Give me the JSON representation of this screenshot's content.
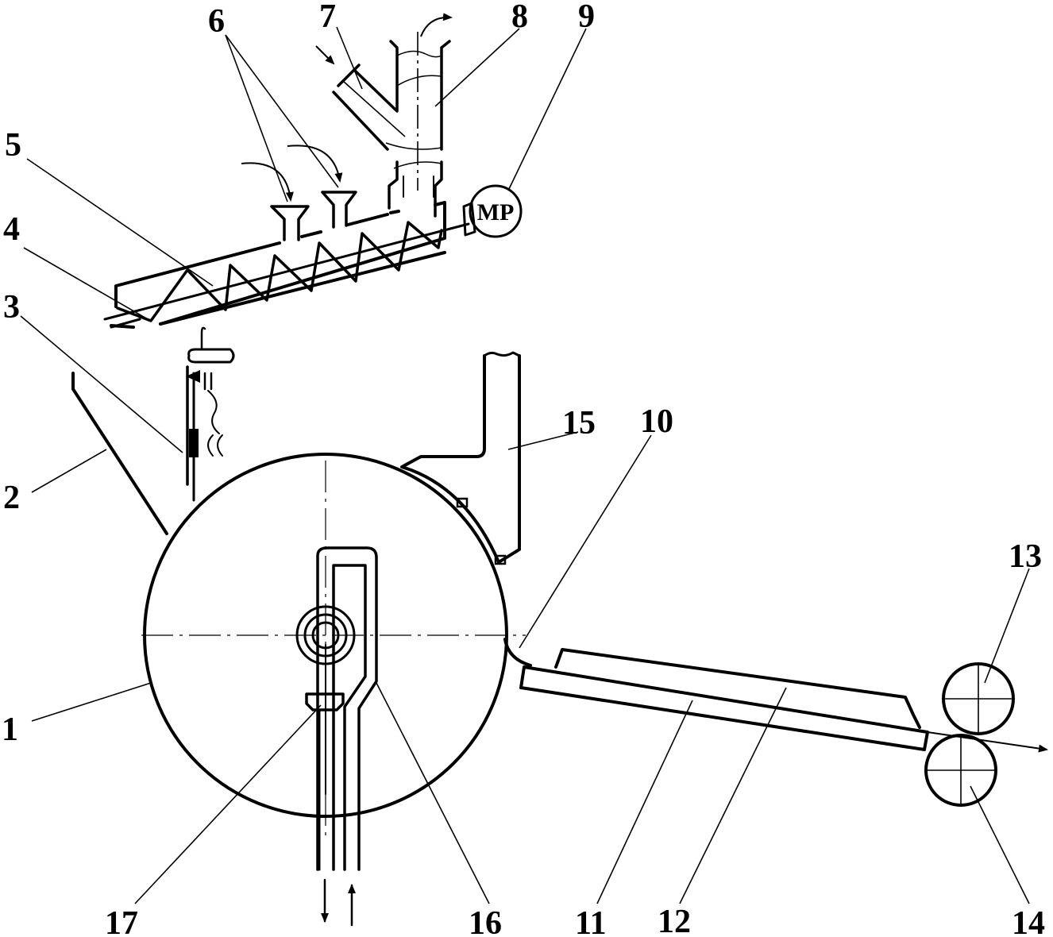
{
  "labels": {
    "l1": "1",
    "l2": "2",
    "l3": "3",
    "l4": "4",
    "l5": "5",
    "l6": "6",
    "l7": "7",
    "l8": "8",
    "l9": "9",
    "l10": "10",
    "l11": "11",
    "l12": "12",
    "l13": "13",
    "l14": "14",
    "l15": "15",
    "l16": "16",
    "l17": "17"
  },
  "motor_label": "MP"
}
